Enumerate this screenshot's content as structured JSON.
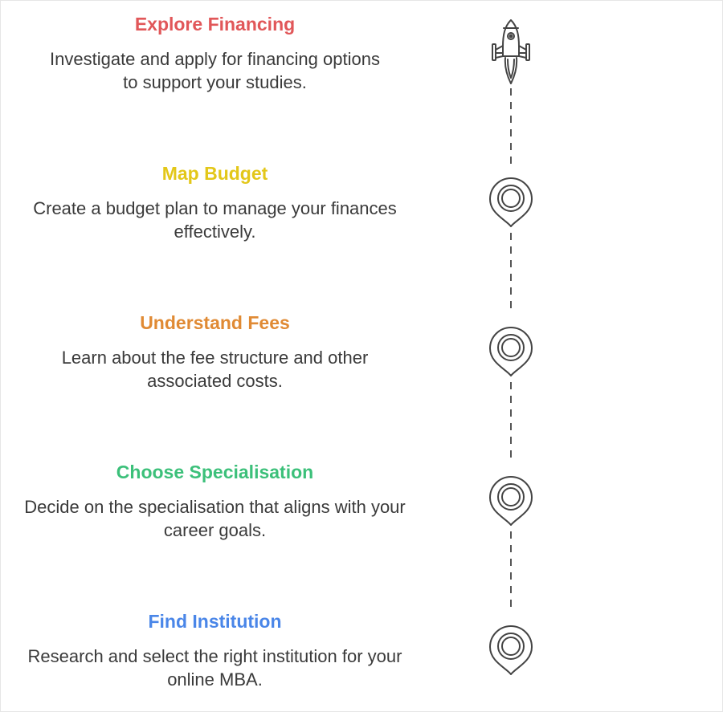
{
  "steps": [
    {
      "title": "Explore Financing",
      "description": "Investigate and apply for financing options to support your studies.",
      "color": "#e15759",
      "icon": "rocket-icon"
    },
    {
      "title": "Map Budget",
      "description": "Create a budget plan to manage your finances effectively.",
      "color": "#e3c719",
      "icon": "location-pin-icon"
    },
    {
      "title": "Understand Fees",
      "description": "Learn about the fee structure and other associated costs.",
      "color": "#e08a34",
      "icon": "location-pin-icon"
    },
    {
      "title": "Choose Specialisation",
      "description": "Decide on the specialisation that aligns with your career goals.",
      "color": "#3cc07a",
      "icon": "location-pin-icon"
    },
    {
      "title": "Find Institution",
      "description": "Research and select the right institution for your online MBA.",
      "color": "#4a86e8",
      "icon": "location-pin-icon"
    }
  ],
  "line_color": "#555555"
}
